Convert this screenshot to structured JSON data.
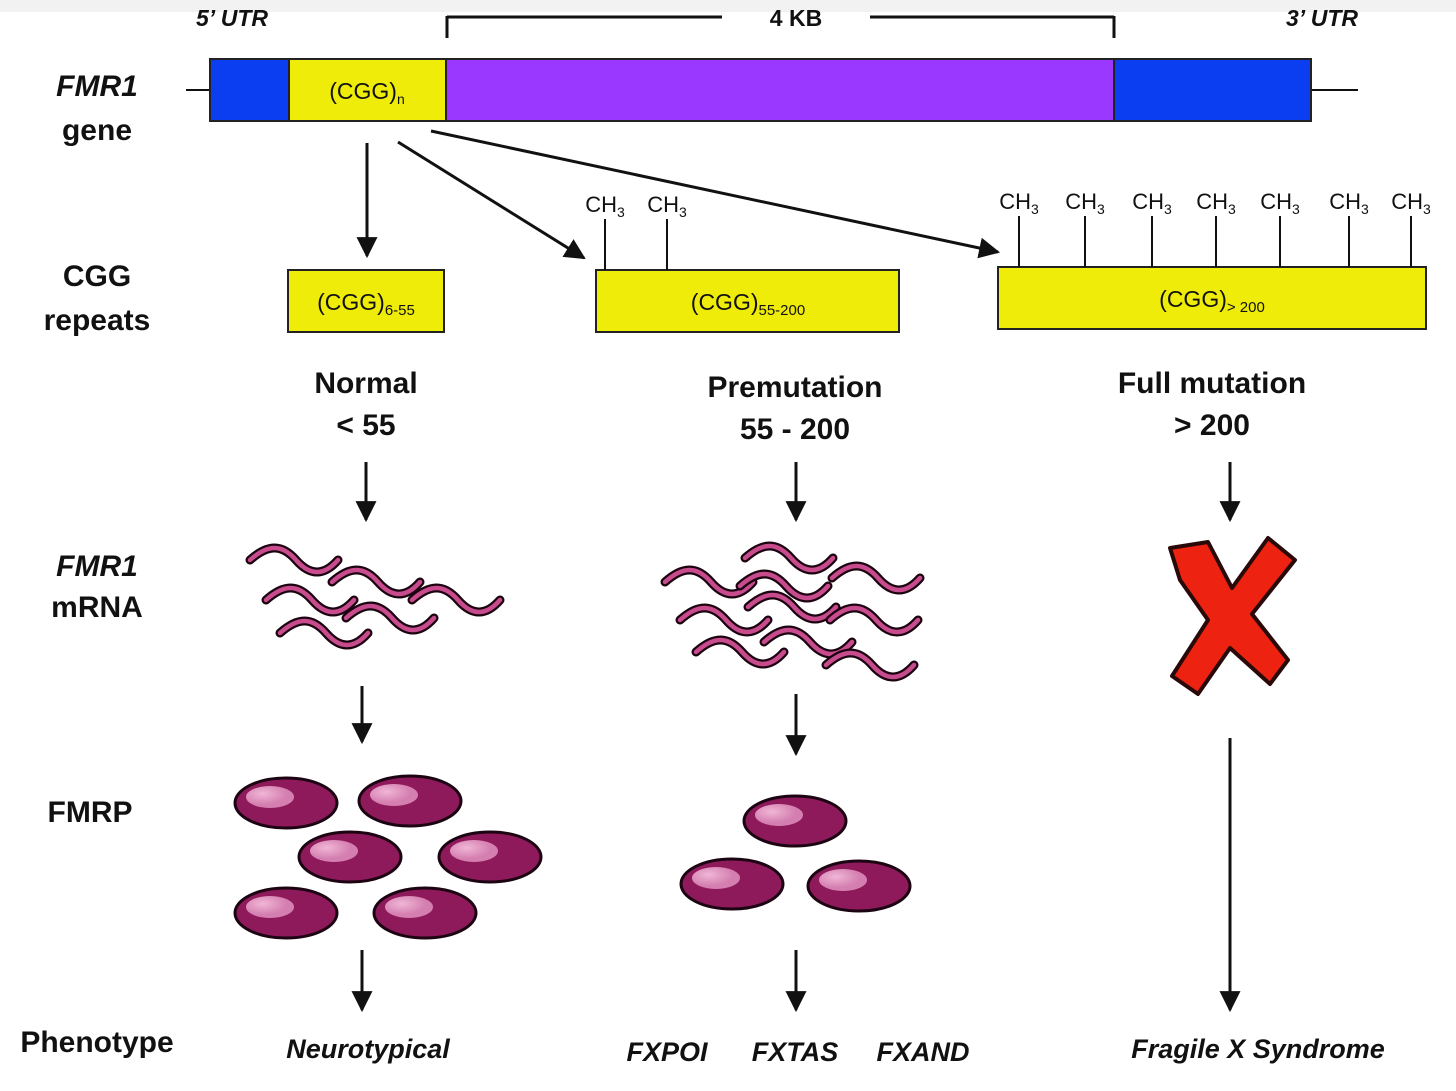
{
  "gene": {
    "name": "FMR1",
    "label_suffix": "gene",
    "utr5": "5’ UTR",
    "utr3": "3’ UTR",
    "size": "4 KB",
    "repeat_main": "(CGG)",
    "repeat_sub": "n"
  },
  "rows": {
    "cgg": [
      "CGG",
      "repeats"
    ],
    "mrna_gene": "FMR1",
    "mrna": "mRNA",
    "fmrp": "FMRP",
    "phenotype": "Phenotype"
  },
  "methyl": {
    "label_main": "CH",
    "label_sub": "3"
  },
  "categories": [
    {
      "repeat_main": "(CGG)",
      "repeat_sub": "6-55",
      "title": "Normal",
      "range": "< 55",
      "phenotypes": [
        "Neurotypical"
      ]
    },
    {
      "repeat_main": "(CGG)",
      "repeat_sub": "55-200",
      "title": "Premutation",
      "range": "55 - 200",
      "phenotypes": [
        "FXPOI",
        "FXTAS",
        "FXAND"
      ]
    },
    {
      "repeat_main": "(CGG)",
      "repeat_sub": "> 200",
      "title": "Full mutation",
      "range": "> 200",
      "phenotypes": [
        "Fragile X Syndrome"
      ]
    }
  ],
  "colors": {
    "utr": "#0a3ef0",
    "repeat": "#f0ec0a",
    "coding": "#9a38ff",
    "mrna": "#8c1f5a",
    "protein": "#8e1a5c",
    "cross": "#ee2211"
  }
}
